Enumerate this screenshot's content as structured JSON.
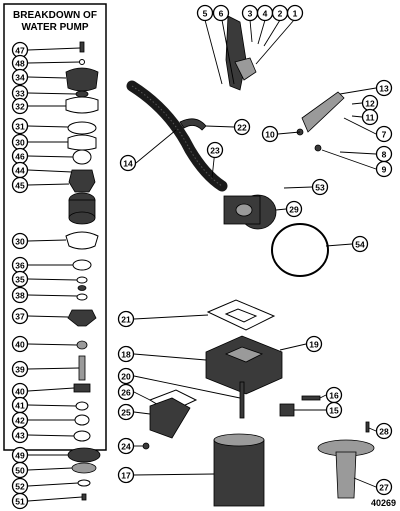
{
  "panel": {
    "title_line1": "BREAKDOWN OF",
    "title_line2": "WATER PUMP"
  },
  "figure_number": "40269",
  "panel_callouts": [
    "47",
    "48",
    "34",
    "33",
    "32",
    "31",
    "30",
    "46",
    "44",
    "45",
    "30",
    "36",
    "35",
    "38",
    "37",
    "40",
    "39",
    "40",
    "41",
    "42",
    "43"
  ],
  "main_callouts": [
    "5",
    "6",
    "3",
    "4",
    "2",
    "1",
    "13",
    "12",
    "11",
    "22",
    "10",
    "7",
    "8",
    "9",
    "14",
    "23",
    "53",
    "29",
    "54",
    "21",
    "19",
    "18",
    "20",
    "16",
    "26",
    "15",
    "25",
    "24",
    "28",
    "17",
    "27",
    "49",
    "50",
    "52",
    "51"
  ]
}
